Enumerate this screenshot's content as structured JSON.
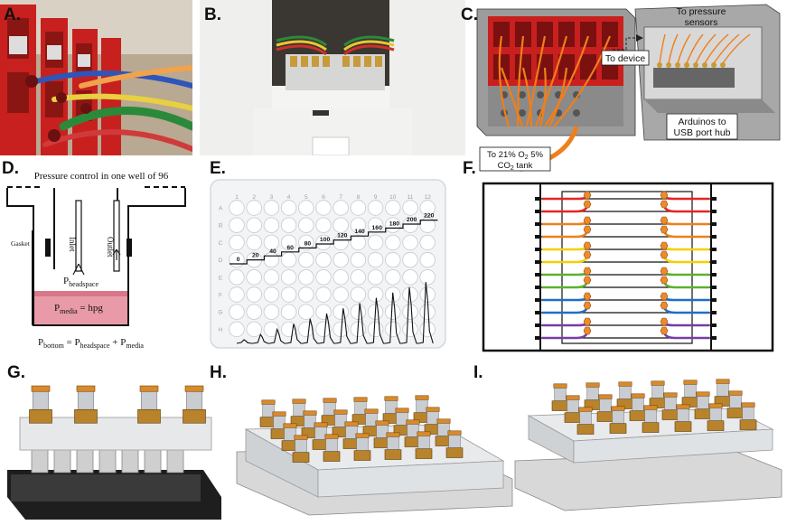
{
  "panel_labels": {
    "a": "A.",
    "b": "B.",
    "c": "C.",
    "d": "D.",
    "e": "E.",
    "f": "F.",
    "g": "G.",
    "h": "H.",
    "i": "I."
  },
  "panel_c": {
    "to_pressure_sensors": "To pressure sensors",
    "to_device": "To device",
    "arduinos": "Arduinos to USB port hub",
    "to_tank_line1": "To 21% O",
    "to_tank_sub1": "2",
    "to_tank_mid": " 5%",
    "to_tank_line2": "CO",
    "to_tank_sub2": "2",
    "to_tank_end": " tank"
  },
  "panel_d": {
    "title": "Pressure control in one well of 96",
    "gasket": "Gasket",
    "inlet": "Inlet",
    "outlet": "Outlet",
    "p_headspace": "P",
    "p_headspace_sub": "headspace",
    "p_media": "P",
    "p_media_sub": "media",
    "p_media_eq": " = hpg",
    "eq_p_bottom": "P",
    "eq_bottom_sub": "bottom",
    "eq_eq": " = P",
    "eq_headspace_sub": "headspace",
    "eq_plus": " + P",
    "eq_media_sub": "media"
  },
  "panel_e": {
    "columns": [
      "1",
      "2",
      "3",
      "4",
      "5",
      "6",
      "7",
      "8",
      "9",
      "10",
      "11",
      "12"
    ],
    "rows": [
      "A",
      "B",
      "C",
      "D",
      "E",
      "F",
      "G",
      "H"
    ],
    "steps": [
      "0",
      "20",
      "40",
      "60",
      "80",
      "100",
      "120",
      "140",
      "160",
      "180",
      "200",
      "220"
    ]
  },
  "colors": {
    "red_frame": "#c8201e",
    "grey_box": "#9a9a9a",
    "orange_tube": "#ef7f1a",
    "media_pink": "#e89aa8",
    "brass": "#b8832a",
    "f_lines": [
      "#e52421",
      "#ef7f1a",
      "#f4d000",
      "#5cb030",
      "#1e6fc8",
      "#7a3aa8"
    ]
  }
}
